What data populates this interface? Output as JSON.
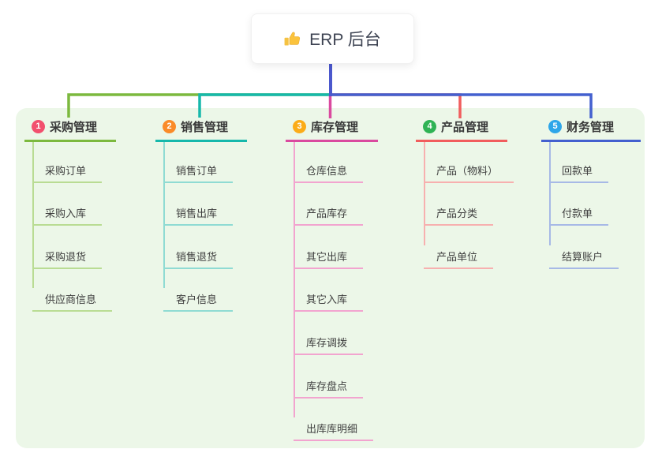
{
  "root": {
    "title": "ERP 后台",
    "icon": "thumbs-up",
    "stem_color": "#4b58cd"
  },
  "canvas": {
    "background": "#ecf7e8"
  },
  "branches": [
    {
      "number": "1",
      "title": "采购管理",
      "badge_color": "#f2506e",
      "line_color": "#7cb93e",
      "light_color": "#b9dc93",
      "children": [
        "采购订单",
        "采购入库",
        "采购退货",
        "供应商信息"
      ]
    },
    {
      "number": "2",
      "title": "销售管理",
      "badge_color": "#fa8b29",
      "line_color": "#16b8ab",
      "light_color": "#8fdbd3",
      "children": [
        "销售订单",
        "销售出库",
        "销售退货",
        "客户信息"
      ]
    },
    {
      "number": "3",
      "title": "库存管理",
      "badge_color": "#fbac18",
      "line_color": "#da4a9f",
      "light_color": "#f2a4cf",
      "children": [
        "仓库信息",
        "产品库存",
        "其它出库",
        "其它入库",
        "库存调拨",
        "库存盘点",
        "出库库明细"
      ]
    },
    {
      "number": "4",
      "title": "产品管理",
      "badge_color": "#2fb354",
      "line_color": "#f15d5d",
      "light_color": "#f7b0af",
      "children": [
        "产品（物料）",
        "产品分类",
        "产品单位"
      ]
    },
    {
      "number": "5",
      "title": "财务管理",
      "badge_color": "#2ea6e9",
      "line_color": "#4360cf",
      "light_color": "#a7b9e6",
      "children": [
        "回款单",
        "付款单",
        "结算账户"
      ]
    }
  ]
}
